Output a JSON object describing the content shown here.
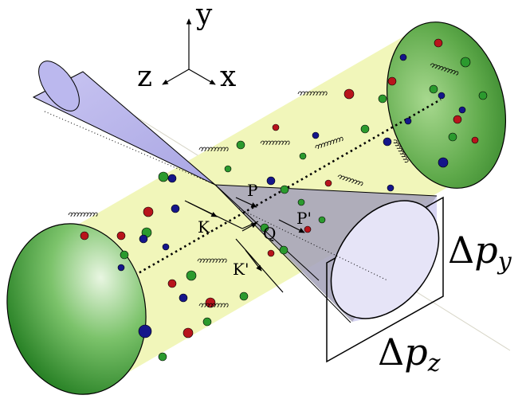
{
  "axes": {
    "y": "y",
    "z": "z",
    "x": "x"
  },
  "momenta": {
    "P": "P",
    "P_prime": "P'",
    "K": "K",
    "K_prime": "K'",
    "Q": "Q"
  },
  "resolution": {
    "py": {
      "delta": "Δ",
      "p": "p",
      "sub": "y"
    },
    "pz": {
      "delta": "Δ",
      "p": "p",
      "sub": "z"
    }
  },
  "colors": {
    "cylinder": "#f0f5b8",
    "cylinder_edge": "#d9e48a",
    "endcap_dark": "#2f8a2a",
    "endcap_light": "#cfeac0",
    "cone_fill": "#b3b0e8",
    "cone_shadow": "#8a8a70",
    "particle_red": "#b8141c",
    "particle_green": "#2b9a2e",
    "particle_blue": "#15168a"
  },
  "icons": [
    "gluon-coil-icon",
    "particle-dot-icon",
    "arrow-icon"
  ]
}
